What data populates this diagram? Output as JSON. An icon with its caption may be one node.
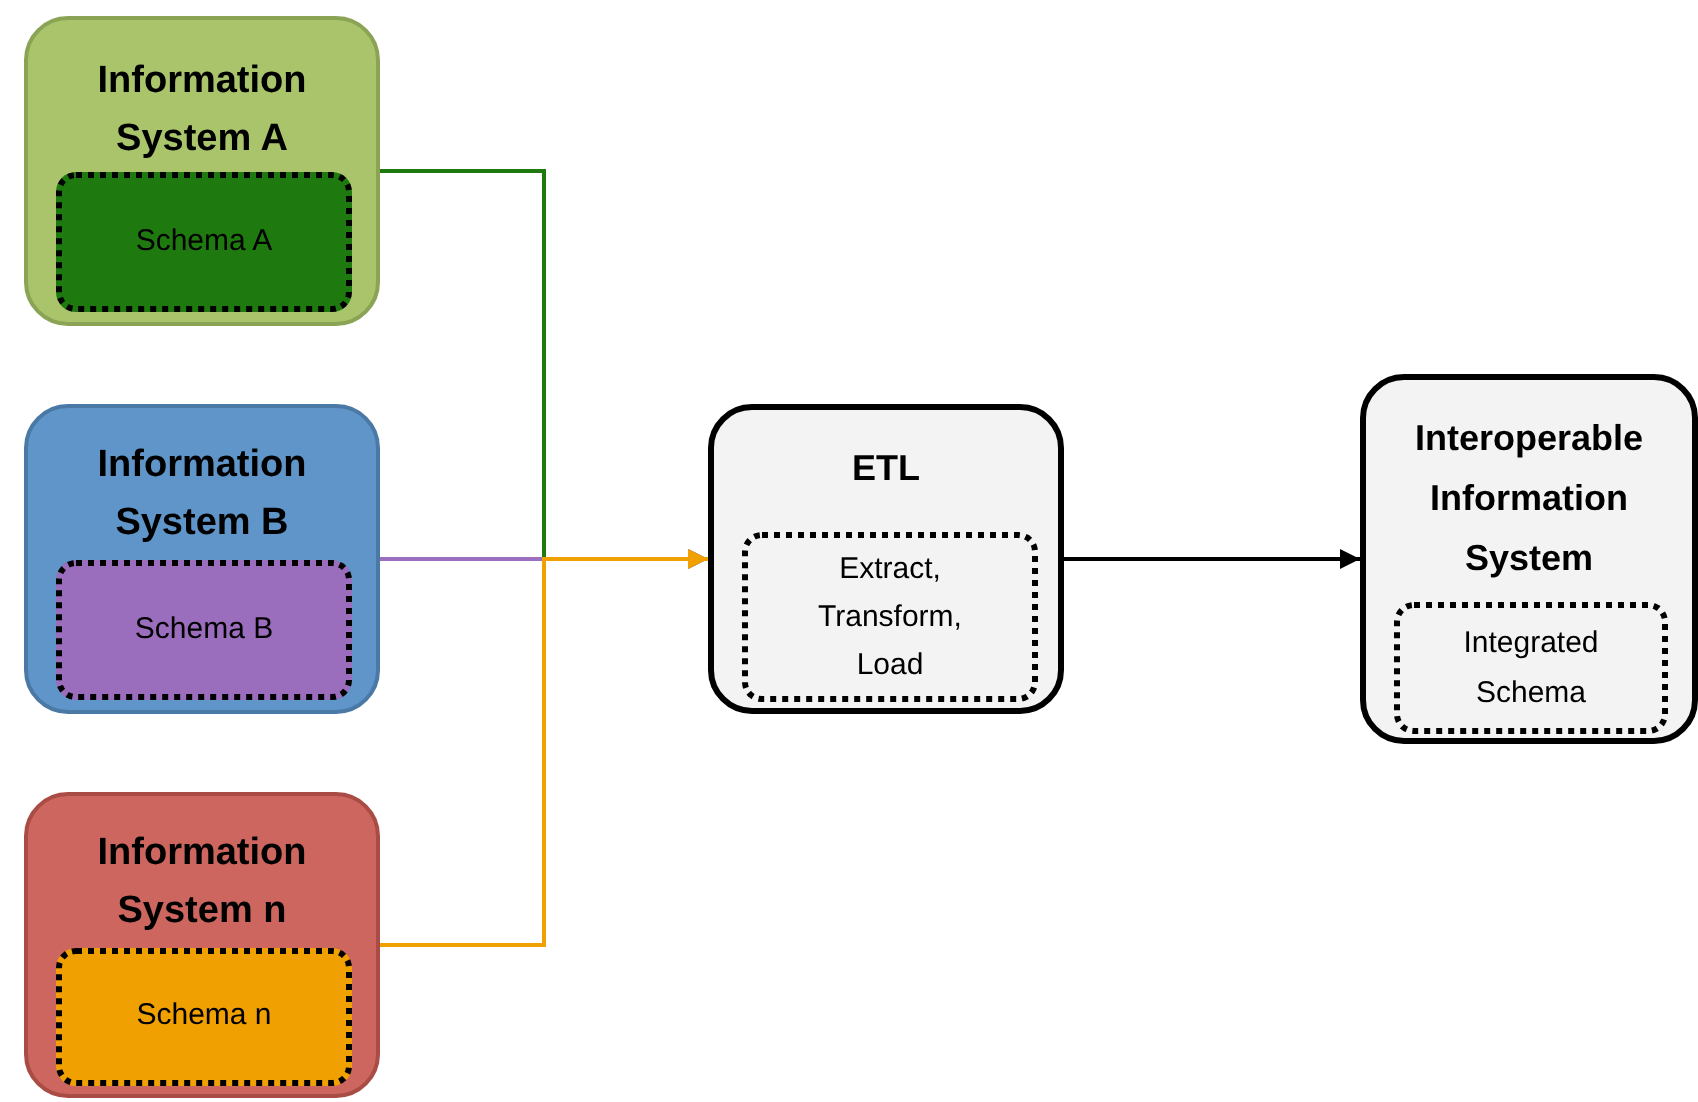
{
  "diagram": {
    "nodes": [
      {
        "text": [
          "Information System A"
        ]
      },
      {
        "text": [
          "Schema A"
        ],
        "in": 0
      },
      {
        "text": [
          "Information System B"
        ]
      },
      {
        "text": [
          "Schema B"
        ],
        "in": 2
      },
      {
        "text": [
          "Information System n"
        ]
      },
      {
        "text": [
          "Schema n"
        ],
        "in": 4
      },
      {
        "text": [
          "ETL"
        ]
      },
      {
        "text": [
          "Extract, Transform, Load"
        ],
        "in": 6
      },
      {
        "text": [
          "Interoperable Information System"
        ]
      },
      {
        "text": [
          "Integrated Schema"
        ],
        "in": 8
      }
    ],
    "edges": [
      {
        "from": 0,
        "to": 6,
        "arrow": "to",
        "color": "#1e7a0e"
      },
      {
        "from": 2,
        "to": 6,
        "arrow": "to",
        "color": "#9b6fc0"
      },
      {
        "from": 4,
        "to": 6,
        "arrow": "to",
        "color": "#f0a000"
      },
      {
        "from": 6,
        "to": 8,
        "arrow": "to",
        "color": "#000000"
      }
    ]
  }
}
